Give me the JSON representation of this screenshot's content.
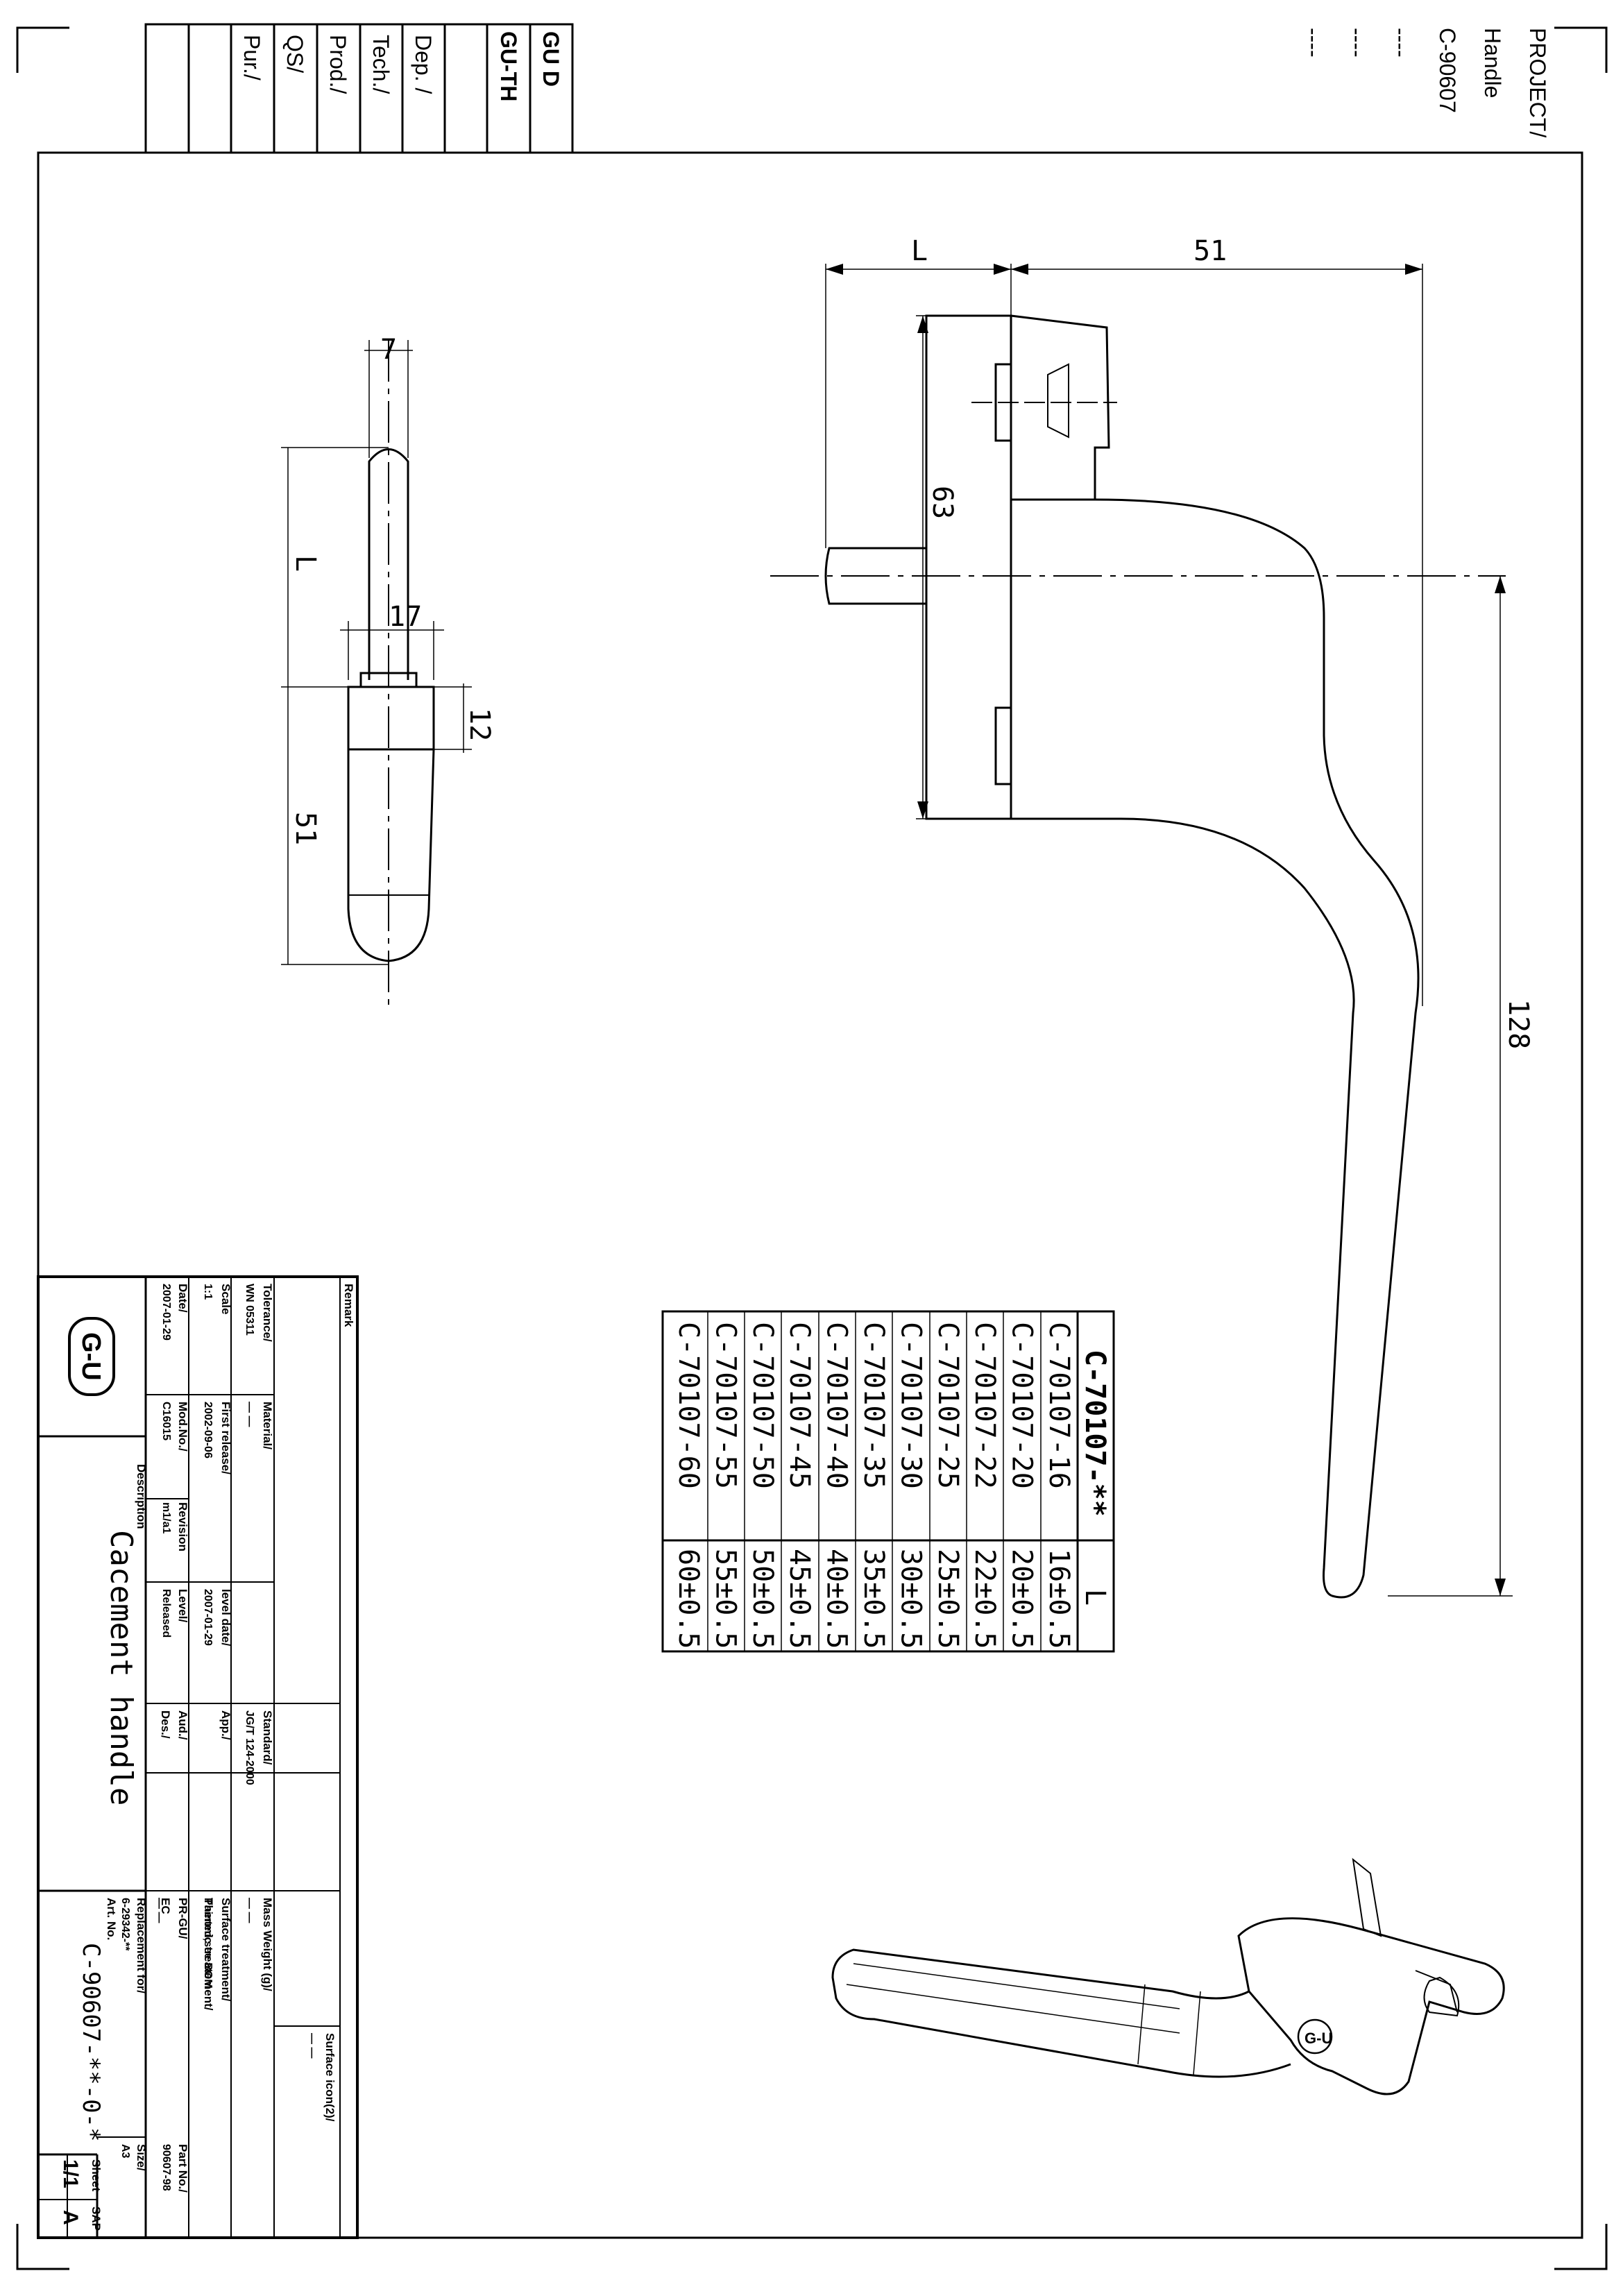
{
  "project_block": {
    "project": "PROJECT/",
    "handle": "Handle",
    "code": "C-90607",
    "dash1": "----",
    "dash2": "----",
    "dash3": "----"
  },
  "approval_header": {
    "company": "GU D",
    "division": "GU-TH",
    "dep": "Dep. /",
    "tech": "Tech./",
    "prod": "Prod./",
    "qs": "QS/",
    "pur": "Pur./"
  },
  "side_view": {
    "dim_width": "7",
    "dim_length": "L",
    "dim_thickness": "17",
    "dim_height": "12",
    "dim_grip": "51"
  },
  "front_view": {
    "dim_L": "L",
    "dim_51": "51",
    "dim_63": "63",
    "dim_128": "128"
  },
  "variant_table": {
    "header_code": "C-70107-**",
    "header_L": "L",
    "rows": [
      {
        "code": "C-70107-16",
        "L": "16±0.5"
      },
      {
        "code": "C-70107-20",
        "L": "20±0.5"
      },
      {
        "code": "C-70107-22",
        "L": "22±0.5"
      },
      {
        "code": "C-70107-25",
        "L": "25±0.5"
      },
      {
        "code": "C-70107-30",
        "L": "30±0.5"
      },
      {
        "code": "C-70107-35",
        "L": "35±0.5"
      },
      {
        "code": "C-70107-40",
        "L": "40±0.5"
      },
      {
        "code": "C-70107-45",
        "L": "45±0.5"
      },
      {
        "code": "C-70107-50",
        "L": "50±0.5"
      },
      {
        "code": "C-70107-55",
        "L": "55±0.5"
      },
      {
        "code": "C-70107-60",
        "L": "60±0.5"
      }
    ]
  },
  "title_block": {
    "remark": "Remark",
    "tolerance_label": "Tolerance/",
    "tolerance_value": "WN 05311",
    "material_label": "Material/",
    "material_value": "— —",
    "standard_label": "Standard/",
    "standard_value": "JG/T 124-2000",
    "mass_label": "Mass Weight (g)/",
    "mass_value": "— —",
    "surface_icon_label": "Surface icon(2)/",
    "surface_icon_value": "— —",
    "scale_label": "Scale",
    "scale_value": "1:1",
    "first_release_label": "First release/",
    "first_release_value": "2002-09-06",
    "level_date_label": "level date/",
    "level_date_value": "2007-01-29",
    "app_label": "App./",
    "surface_treatment_label": "Surface treatment/",
    "surface_treatment_value": "Painted,see BOM",
    "thermic_label": "Thermic treatement/",
    "thermic_value": "— —",
    "date_label": "Date/",
    "date_value": "2007-01-29",
    "mod_label": "Mod.No./",
    "mod_value": "C16015",
    "revision_label": "Revision",
    "revision_value": "m1/a1",
    "level_label": "Level/",
    "level_value": "Released",
    "aud_label": "Aud./",
    "des_label": "Des./",
    "pr_label": "PR-GU/",
    "ec_label": "EC",
    "replacement_label": "Replacement for/",
    "replacement_value": "6-29342-**",
    "part_no_label": "Part No./",
    "part_no_value": "90607-98",
    "size_label": "Size/",
    "size_value": "A3",
    "art_no_label": "Art. No.",
    "art_no_value": "C-90607-**-0-*",
    "description_label": "Description",
    "description_value": "Cacement handle",
    "sheet_label": "Sheet",
    "sheet_value": "1/1",
    "sap_label": "SAP",
    "sap_value": "A",
    "logo_text": "G-U"
  }
}
